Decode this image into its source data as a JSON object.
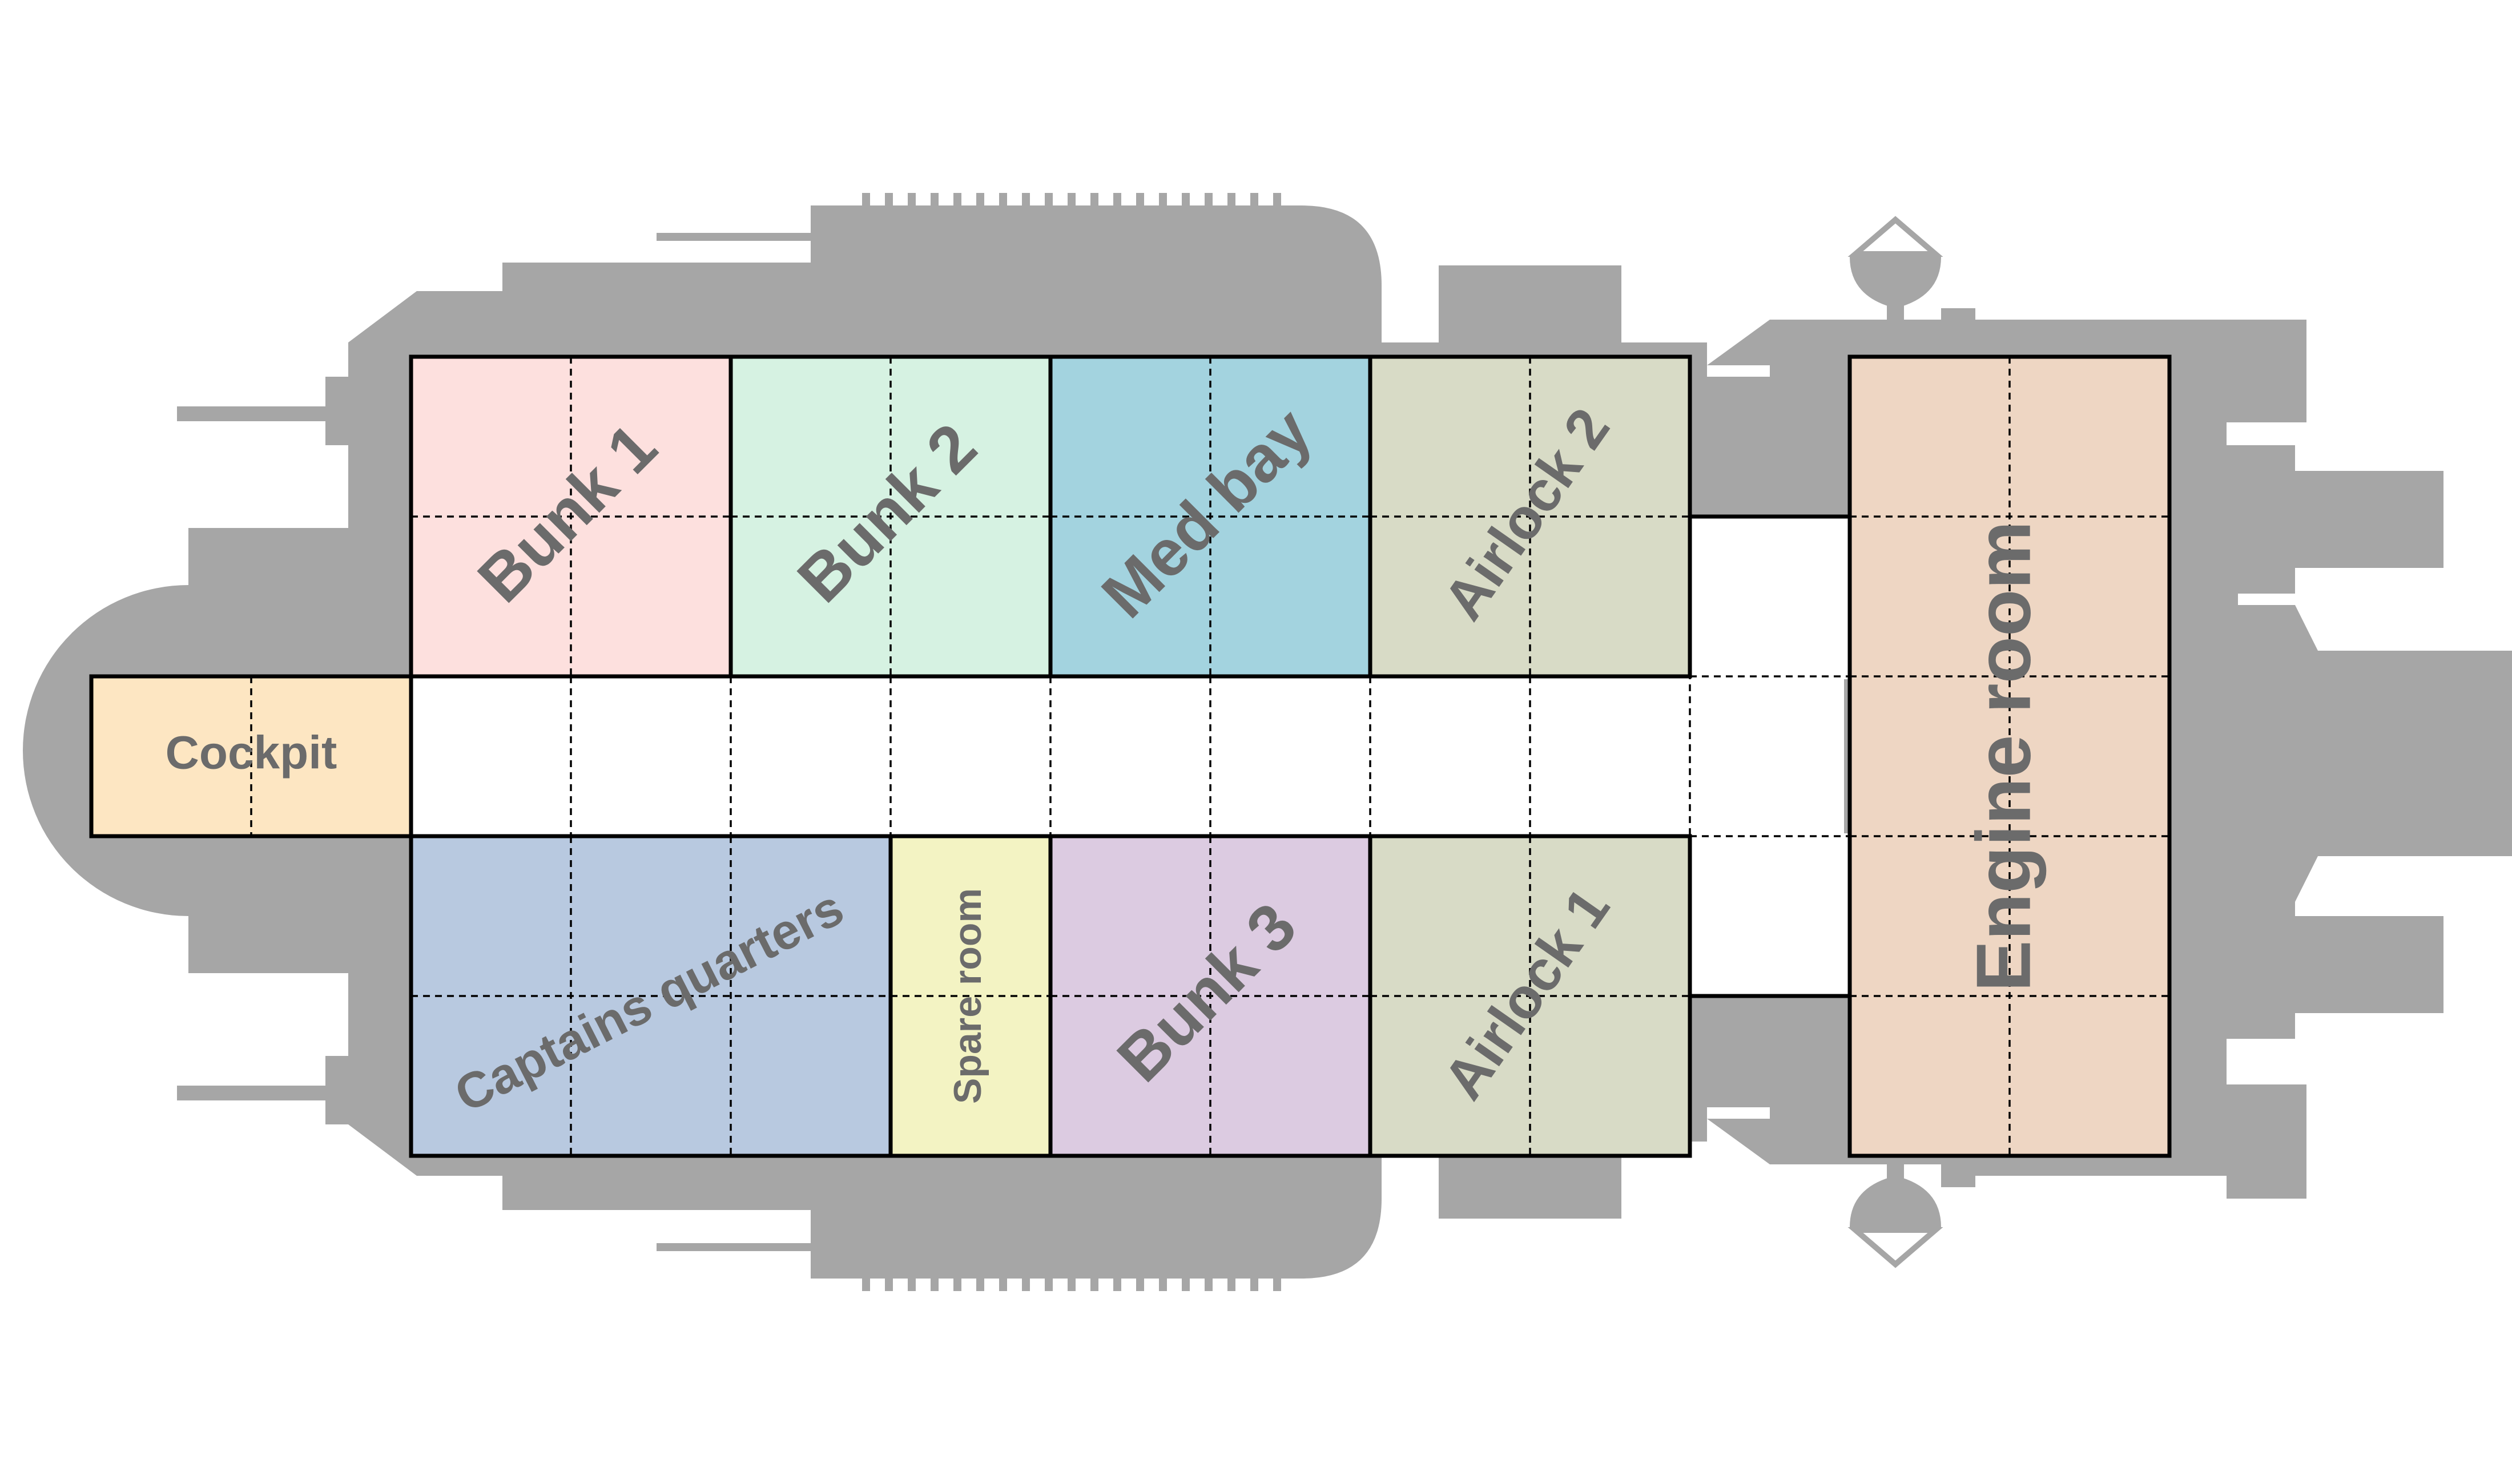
{
  "plan": {
    "colors": {
      "hull": "#a6a6a6",
      "corridor": "#ffffff",
      "label": "#6b6b6b",
      "wall": "#000000"
    },
    "rooms": {
      "bunk1": {
        "label": "Bunk 1",
        "color": "#fde0de"
      },
      "bunk2": {
        "label": "Bunk 2",
        "color": "#d6f2e2"
      },
      "medbay": {
        "label": "Med bay",
        "color": "#a3d3df"
      },
      "airlock2": {
        "label": "Airlock 2",
        "color": "#d8dbc6"
      },
      "cockpit": {
        "label": "Cockpit",
        "color": "#fde6c2"
      },
      "captains": {
        "label": "Captains quarters",
        "color": "#b8c9e0"
      },
      "spare": {
        "label": "Spare room",
        "color": "#f3f3c3"
      },
      "bunk3": {
        "label": "Bunk 3",
        "color": "#dccbe1"
      },
      "airlock1": {
        "label": "Airlock 1",
        "color": "#d8dbc6"
      },
      "engine": {
        "label": "Engine room",
        "color": "#eed6c3"
      }
    }
  }
}
